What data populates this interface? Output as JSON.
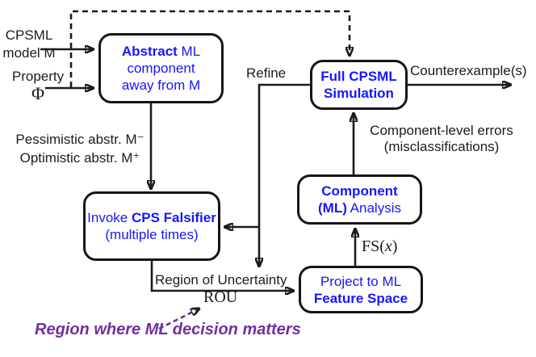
{
  "colors": {
    "accent_blue": "#1616ff",
    "accent_purple": "#7030a0",
    "line_black": "#1c1c1c",
    "background": "#ffffff"
  },
  "nodes": {
    "abstract": {
      "bold1": "Abstract",
      "rest1": " ML",
      "line2": "component",
      "line3": "away from M"
    },
    "full_sim": {
      "line1": "Full CPSML",
      "line2": "Simulation"
    },
    "falsifier": {
      "pre1": "Invoke ",
      "bold1": "CPS Falsifier",
      "line2": "(multiple times)"
    },
    "component": {
      "line1": "Component",
      "line2_bold": "(ML)",
      "line2_rest": " Analysis"
    },
    "project": {
      "line1": "Project to ML",
      "line2_bold": "Feature Space"
    }
  },
  "labels": {
    "input_model": {
      "line1": "CPSML",
      "line2": "model M"
    },
    "input_property": {
      "line1": "Property",
      "line2": "Φ"
    },
    "pessimistic": "Pessimistic abstr. M⁻",
    "optimistic": "Optimistic abstr. M⁺",
    "refine": "Refine",
    "counterexamples": "Counterexample(s)",
    "errors_line1": "Component-level errors",
    "errors_line2": "(misclassifications)",
    "fs_pre": "FS(",
    "fs_var": "x",
    "fs_post": ")",
    "rou_full": "Region of Uncertainty",
    "rou_abbr": "ROU",
    "purple_note": "Region where ML decision matters"
  }
}
